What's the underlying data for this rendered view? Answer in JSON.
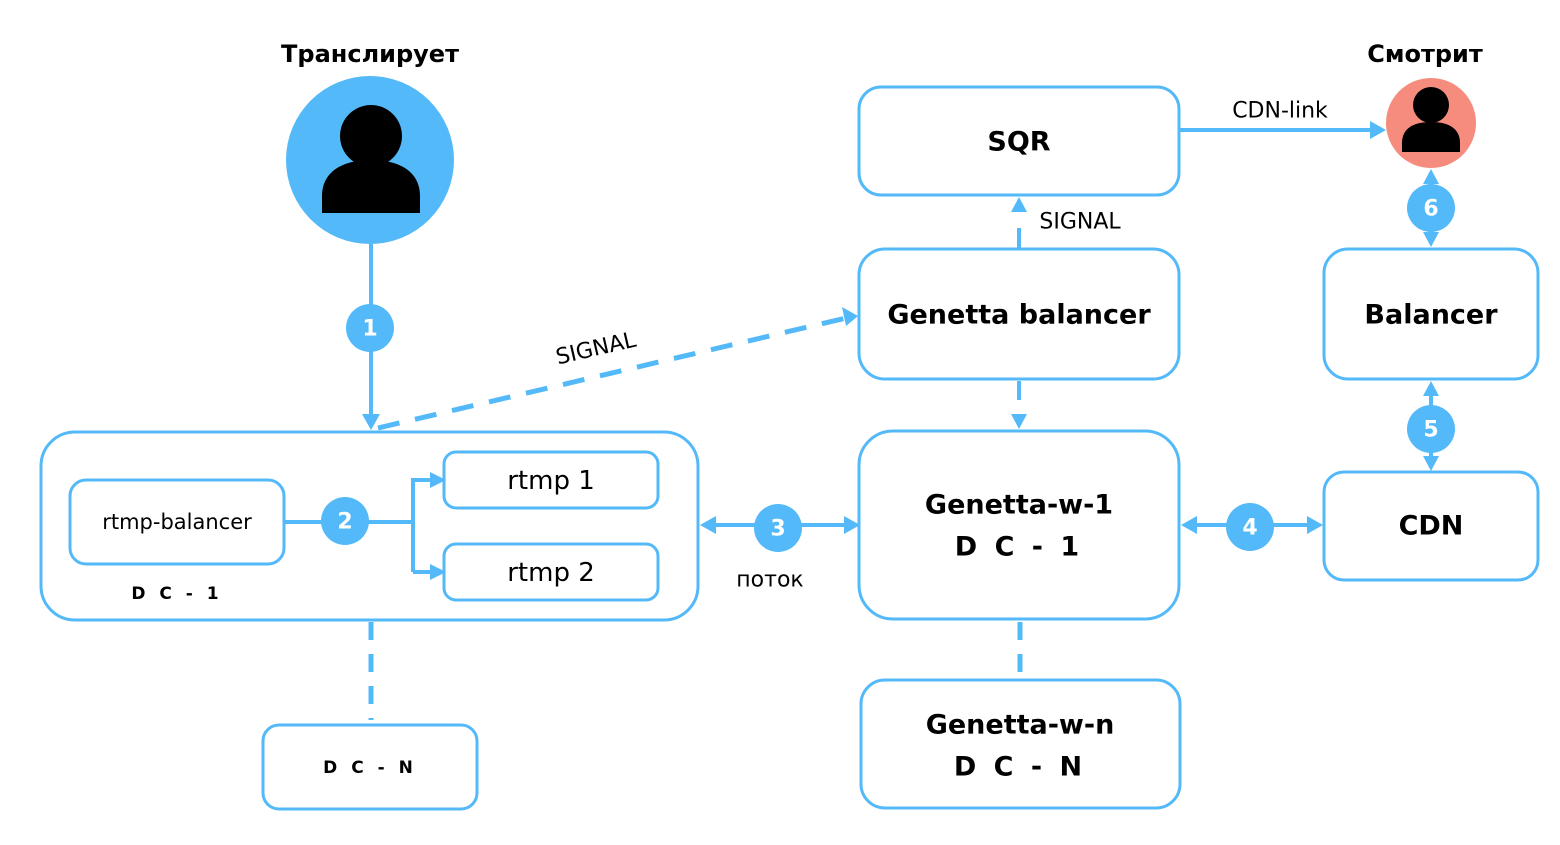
{
  "colors": {
    "accent": "#54b9f8",
    "broadcaster_avatar": "#54b9f8",
    "viewer_avatar": "#f68c7e",
    "text": "#000000"
  },
  "actors": {
    "broadcaster": {
      "label": "Транслирует",
      "icon": "user-icon"
    },
    "viewer": {
      "label": "Смотрит",
      "icon": "user-icon"
    }
  },
  "nodes": {
    "dc1_group": {
      "label": "D C - 1"
    },
    "rtmp_balancer": {
      "label": "rtmp-balancer"
    },
    "rtmp1": {
      "label": "rtmp 1"
    },
    "rtmp2": {
      "label": "rtmp 2"
    },
    "dcn": {
      "label": "D C - N"
    },
    "sqr": {
      "label": "SQR"
    },
    "genetta_balancer": {
      "label": "Genetta balancer"
    },
    "genetta_w1": {
      "line1": "Genetta-w-1",
      "line2": "D C - 1"
    },
    "genetta_wn": {
      "line1": "Genetta-w-n",
      "line2": "D C - N"
    },
    "balancer": {
      "label": "Balancer"
    },
    "cdn": {
      "label": "CDN"
    }
  },
  "edges": {
    "signal_diagonal": "SIGNAL",
    "signal_vertical": "SIGNAL",
    "cdn_link": "CDN-link",
    "stream": "поток"
  },
  "steps": [
    "1",
    "2",
    "3",
    "4",
    "5",
    "6"
  ]
}
